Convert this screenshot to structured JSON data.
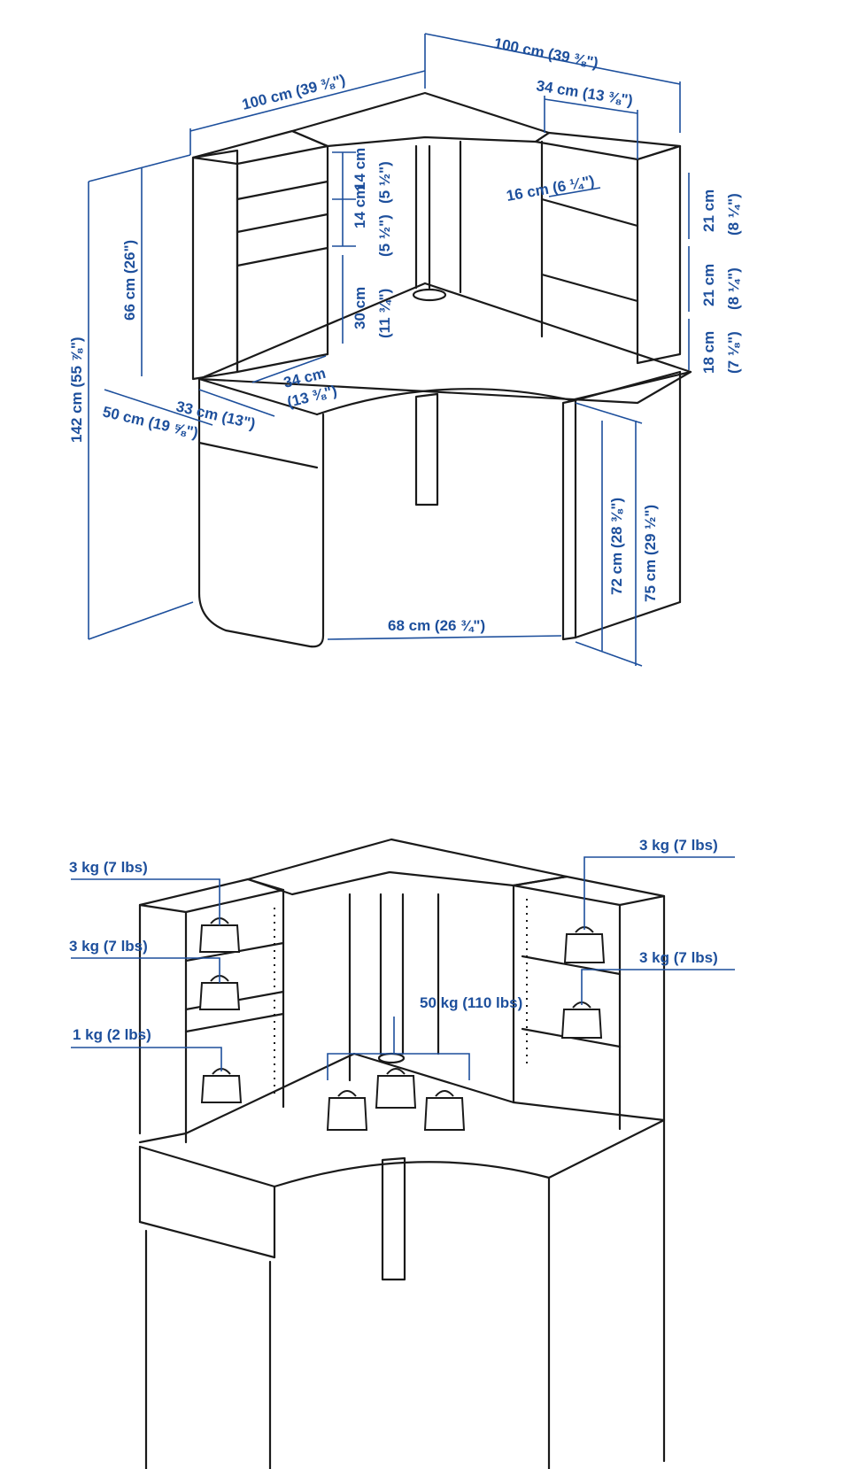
{
  "colors": {
    "dimension": "#1d4f9c",
    "line": "#1a1a1a",
    "background": "#ffffff"
  },
  "dimensions": {
    "top_width_right": "100 cm (39 ⅜\")",
    "top_width_left": "100 cm (39 ⅜\")",
    "shelf_depth_top_right": "34 cm (13 ⅜\")",
    "shelf_width_inner": "16 cm (6 ¼\")",
    "gap_14a": "14 cm",
    "gap_14a_in": "(5 ½\")",
    "gap_14b": "14 cm",
    "gap_14b_in": "(5 ½\")",
    "gap_30": "30 cm",
    "gap_30_in": "(11 ¾\")",
    "right_21a": "21 cm",
    "right_21a_in": "(8 ¼\")",
    "right_21b": "21 cm",
    "right_21b_in": "(8 ¼\")",
    "right_18": "18 cm",
    "right_18_in": "(7 ⅛\")",
    "hutch_height": "66 cm (26\")",
    "total_height": "142 cm (55 ⅞\")",
    "shelf_depth_left_a": "34 cm",
    "shelf_depth_left_b": "(13 ⅜\")",
    "desk_depth_33": "33 cm (13\")",
    "desk_depth_50": "50 cm (19 ⅝\")",
    "opening_width": "68 cm (26 ¾\")",
    "desk_height_72": "72 cm (28 ⅜\")",
    "desk_height_75": "75 cm (29 ½\")"
  },
  "loads": {
    "left_top": "3 kg (7 lbs)",
    "left_middle": "3 kg (7 lbs)",
    "left_bottom": "1 kg (2 lbs)",
    "right_top": "3 kg (7 lbs)",
    "right_middle": "3 kg (7 lbs)",
    "desktop": "50 kg (110 lbs)"
  }
}
